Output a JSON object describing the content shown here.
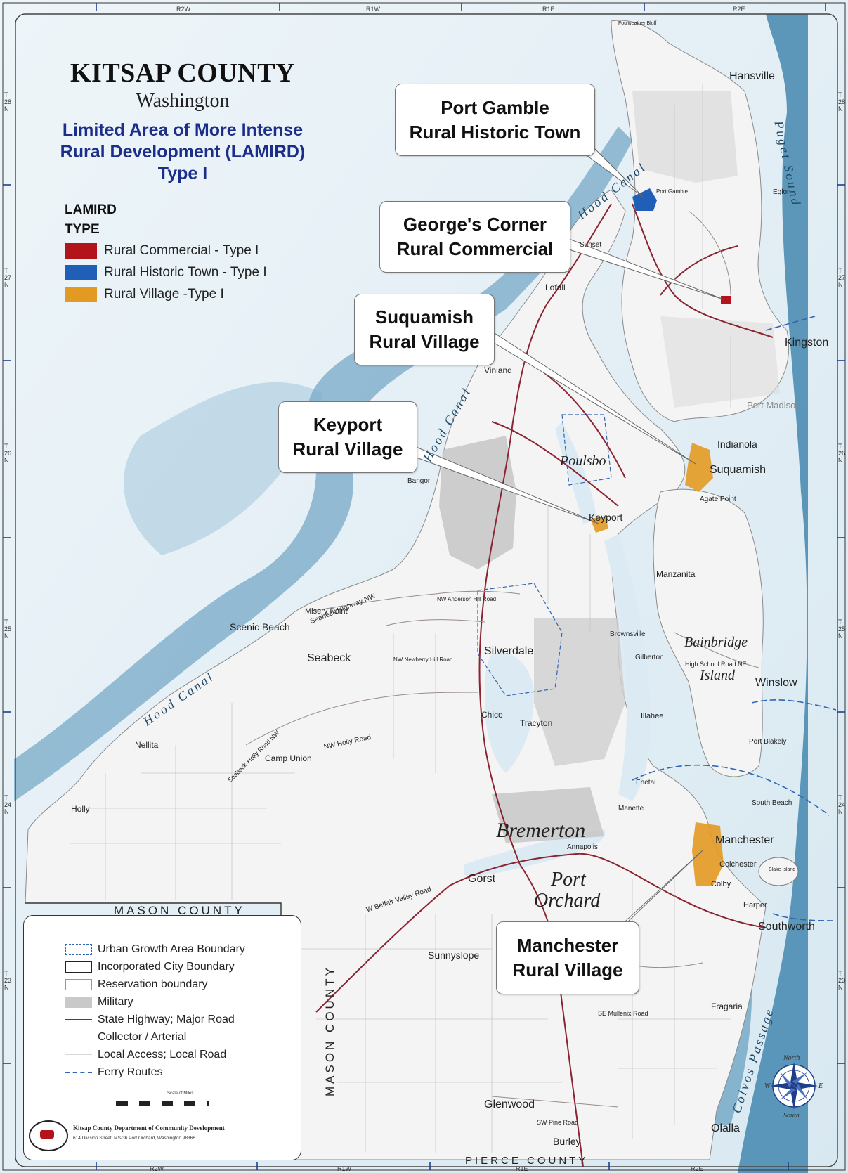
{
  "title": {
    "county": "KITSAP COUNTY",
    "state": "Washington",
    "lamird_line1": "Limited Area of More Intense",
    "lamird_line2": "Rural Development (LAMIRD)",
    "lamird_line3": "Type I"
  },
  "type_legend": {
    "header1": "LAMIRD",
    "header2": "TYPE",
    "items": [
      {
        "label": "Rural Commercial - Type I",
        "color": "#b3141c"
      },
      {
        "label": "Rural Historic Town - Type I",
        "color": "#1f5fb8"
      },
      {
        "label": "Rural Village -Type I",
        "color": "#e39a22"
      }
    ]
  },
  "callouts": {
    "port_gamble": [
      "Port Gamble",
      "Rural Historic Town"
    ],
    "georges_corner": [
      "George's Corner",
      "Rural Commercial"
    ],
    "suquamish": [
      "Suquamish",
      "Rural Village"
    ],
    "keyport": [
      "Keyport",
      "Rural Village"
    ],
    "manchester": [
      "Manchester",
      "Rural Village"
    ]
  },
  "cities": {
    "bremerton": "Bremerton",
    "port": "Port",
    "orchard": "Orchard",
    "poulsbo": "Poulsbo",
    "bainbridge": "Bainbridge",
    "island": "Island"
  },
  "places": {
    "hansville": "Hansville",
    "kingston": "Kingston",
    "eglon": "Eglon",
    "port_madison": "Port Madison",
    "indianola": "Indianola",
    "suquamish": "Suquamish",
    "agate_point": "Agate Point",
    "keyport": "Keyport",
    "lofall": "Lofall",
    "vinland": "Vinland",
    "bangor": "Bangor",
    "sunset": "Sunset",
    "manzanita": "Manzanita",
    "winslow": "Winslow",
    "port_blakely": "Port Blakely",
    "south_beach": "South Beach",
    "silverdale": "Silverdale",
    "chico": "Chico",
    "tracyton": "Tracyton",
    "brownsville": "Brownsville",
    "gilberton": "Gilberton",
    "illahee": "Illahee",
    "enetai": "Enetai",
    "manette": "Manette",
    "annapolis": "Annapolis",
    "gorst": "Gorst",
    "manchester": "Manchester",
    "colchester": "Colchester",
    "colby": "Colby",
    "harper": "Harper",
    "southworth": "Southworth",
    "sunnyslope": "Sunnyslope",
    "glenwood": "Glenwood",
    "burley": "Burley",
    "olalla": "Olalla",
    "fragaria": "Fragaria",
    "scenic_beach": "Scenic Beach",
    "misery_point": "Misery Point",
    "seabeck": "Seabeck",
    "nellita": "Nellita",
    "camp_union": "Camp Union",
    "holly": "Holly",
    "port_gamble": "Port Gamble",
    "foulweather_bluff": "Foulweather Bluff",
    "blake_island": "Blake Island"
  },
  "water": {
    "hood_canal_n": "Hood Canal",
    "hood_canal_mid": "Hood Canal",
    "hood_canal_sw": "Hood Canal",
    "puget_sound": "Puget Sound",
    "colvos_passage": "Colvos Passage"
  },
  "counties": {
    "mason_h": "MASON COUNTY",
    "mason_v": "MASON COUNTY",
    "pierce": "PIERCE COUNTY"
  },
  "roads": {
    "seabeck_hwy": "Seabeck Highway NW",
    "nw_holly": "NW Holly Road",
    "belfair": "W Belfair Valley Road",
    "nw_newberry": "NW Newberry Hill Road",
    "nw_anderson": "NW Anderson Hill Road",
    "se_mullenix": "SE Mullenix Road",
    "sw_pine": "SW Pine Road",
    "high_school": "High School Road NE",
    "seabeck_holly": "Seabeck-Holly Road NW"
  },
  "ranges_top": [
    "R2W",
    "R1W",
    "R1E",
    "R2E"
  ],
  "ranges_bottom": [
    "R2W",
    "R1W",
    "R1E",
    "R2E"
  ],
  "townships_left": [
    "T 28 N",
    "T 27 N",
    "T 26 N",
    "T 25 N",
    "T 24 N",
    "T 23 N"
  ],
  "townships_right": [
    "T 28 N",
    "T 27 N",
    "T 26 N",
    "T 25 N",
    "T 24 N",
    "T 23 N"
  ],
  "legend": {
    "items": [
      {
        "label": "Urban Growth Area Boundary",
        "symbol": "uga"
      },
      {
        "label": "Incorporated City Boundary",
        "symbol": "city"
      },
      {
        "label": "Reservation boundary",
        "symbol": "reservation"
      },
      {
        "label": "Military",
        "symbol": "military"
      },
      {
        "label": "State Highway; Major Road",
        "symbol": "highway"
      },
      {
        "label": "Collector / Arterial",
        "symbol": "collector"
      },
      {
        "label": "Local Access; Local Road",
        "symbol": "local"
      },
      {
        "label": "Ferry Routes",
        "symbol": "ferry"
      }
    ],
    "scale_title": "Scale of Miles",
    "dept_name": "Kitsap County Department of Community Development",
    "dept_address": "614 Division Street, MS-36 Port Orchard, Washington 98366"
  },
  "compass": {
    "north": "North",
    "south": "South",
    "west": "W",
    "east": "E"
  },
  "colors": {
    "land": "#f4f4f4",
    "water_light": "#e4eff5",
    "water_deep": "#2f7aa6",
    "highway": "#8a2430",
    "rural_village": "#e39a22",
    "historic_town": "#1f5fb8",
    "rural_commercial": "#b3141c",
    "military": "#c9c9c9",
    "title_blue": "#1a2e8a"
  }
}
